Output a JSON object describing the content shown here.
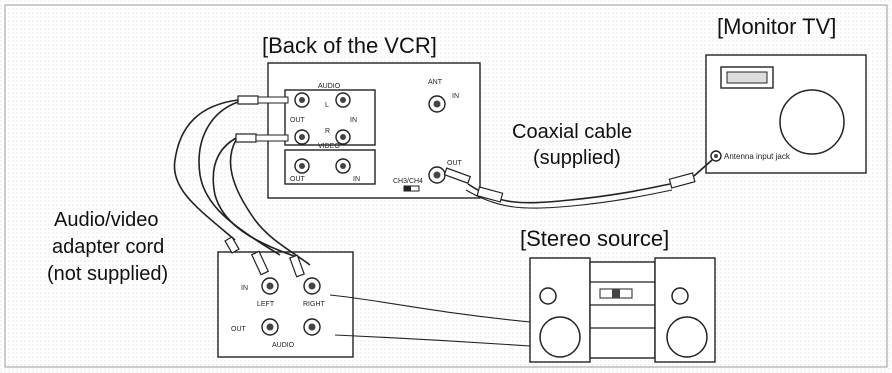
{
  "labels": {
    "back_of_vcr": "[Back of the VCR]",
    "monitor_tv": "[Monitor TV]",
    "coaxial_line1": "Coaxial cable",
    "coaxial_line2": "(supplied)",
    "adapter_line1": "Audio/video",
    "adapter_line2": "adapter cord",
    "adapter_line3": "(not supplied)",
    "stereo_source": "[Stereo source]",
    "antenna_input_jack": "Antenna input jack"
  },
  "vcr_panel": {
    "audio": "AUDIO",
    "l": "L",
    "r": "R",
    "out_1": "OUT",
    "in_1": "IN",
    "video": "VIDEO",
    "out_2": "OUT",
    "in_2": "IN",
    "ant": "ANT",
    "in_ant": "IN",
    "out_ant": "OUT",
    "ch3_ch4": "CH3/CH4"
  },
  "adapter_panel": {
    "in": "IN",
    "left": "LEFT",
    "right": "RIGHT",
    "out": "OUT",
    "audio": "AUDIO"
  }
}
